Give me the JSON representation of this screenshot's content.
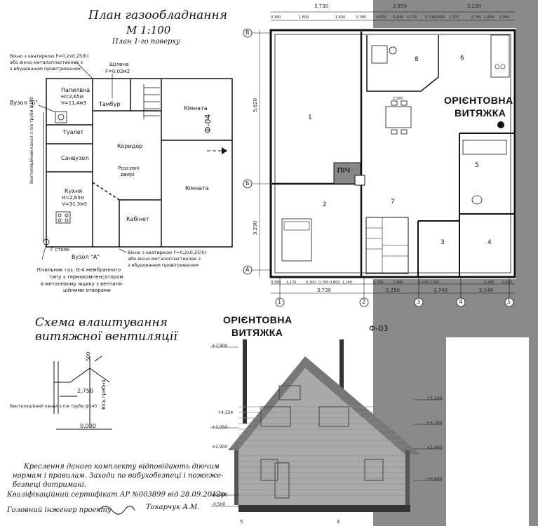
{
  "left_plan": {
    "title": "План газообладнання",
    "scale": "М 1:100",
    "subtitle": "План 1-го поверху",
    "note_top_1": "Вікно з кватиркою F=0,2х0,25(h)",
    "note_top_2": "або вікно металопластикове з",
    "note_top_3": "з вбудованим провітрювачем",
    "gap_label": "Щілина",
    "gap_value": "F=0,02м2",
    "node_b": "Вузол \"Б\"",
    "boiler_room": "Палилвна",
    "boiler_h": "Н=2,65м",
    "boiler_v": "V=11,4м3",
    "vestibule": "Тамбур",
    "room": "Кімната",
    "room2": "Кімната",
    "toilet": "Туалет",
    "corridor": "Коридор",
    "bathroom": "Санвузол",
    "sliding_doors_1": "Розсувні",
    "sliding_doors_2": "двері",
    "kitchen": "Кухня",
    "kitchen_h": "Н=2,65м",
    "kitchen_v": "V=31,3м3",
    "office": "Кабінет",
    "vent_channel": "Вентиляційний канал з п/е труби ф140",
    "facade_mark": "Ф-04",
    "riser": "Г стояк",
    "node_a": "Вузол \"А\"",
    "note_bot_1": "Вікно з кватиркою F=0,2х0,25(h)",
    "note_bot_2": "або вікно металопластикове з",
    "note_bot_3": "з вбудованим провітрювачем",
    "meter_1": "Лічильник газ. G-4 мембранного",
    "meter_2": "типу з термокомпенсатором",
    "meter_3": "в металевому ящику з вентиля-",
    "meter_4": "ційними отворами"
  },
  "scheme": {
    "title_1": "Схема влаштування",
    "title_2": "витяжної вентиляції",
    "dim_500": "500",
    "dim_2750": "2,750",
    "ridge": "Вісь гребня",
    "level_000": "0,000",
    "vent_channel": "Вентиляційний канал з п/е труби ф140"
  },
  "notes": {
    "line_1": "Креслення даного комплекту відповідають діючим",
    "line_2": "нормам і правилам. Заходи по вибухобезпеці і пожеже-",
    "line_3": "безпеці дотримані.",
    "certificate": "Кваліфікаційний сертифікат  АР №003899 від 28.09.2012р.",
    "engineer": "Головний інженер  проекту",
    "engineer_name": "Токарчук А.М."
  },
  "right_plan": {
    "top_dims": [
      "3,730",
      "2,950",
      "3,230"
    ],
    "bottom_dims": [
      "3,730",
      "2,290",
      "1,740",
      "2,140"
    ],
    "side_dims": [
      "5,620",
      "3,290"
    ],
    "axes_cols": [
      "1",
      "2",
      "3",
      "4",
      "5"
    ],
    "axes_rows": [
      "В",
      "Б",
      "А"
    ],
    "rooms": [
      "1",
      "2",
      "3",
      "4",
      "5",
      "6",
      "7",
      "8"
    ],
    "stove": "ПІЧ",
    "exhaust_1": "ОРІЄНТОВНА",
    "exhaust_2": "ВИТЯЖКА",
    "small_dims": [
      "0,380",
      "1,600",
      "1,600",
      "0,380",
      "0,870",
      "0,100",
      "2,380",
      "1,370",
      "0,700",
      "1,800",
      "0,900",
      "0,700",
      "0,770",
      "0,600",
      "0,580",
      "0,380",
      "1,170",
      "0,300",
      "0,700",
      "0,800",
      "1,160",
      "0,700",
      "2,380",
      "0,100",
      "1,000",
      "0,380"
    ]
  },
  "facade": {
    "exhaust_1": "ОРІЄНТОВНА",
    "exhaust_2": "ВИТЯЖКА",
    "mark": "Ф-03",
    "levels_left": [
      "+7,900",
      "+4,324",
      "+3,050",
      "+2,900",
      "±0,000",
      "-0,500"
    ],
    "levels_right": [
      "+5,200",
      "+3,700",
      "+2,400",
      "+0,900"
    ],
    "axes": [
      "5",
      "4"
    ]
  },
  "colors": {
    "ink": "#111111",
    "gray_overlay": "#8a8a8a",
    "stove_fill": "#888888",
    "facade_fill": "#a9a9a9"
  }
}
